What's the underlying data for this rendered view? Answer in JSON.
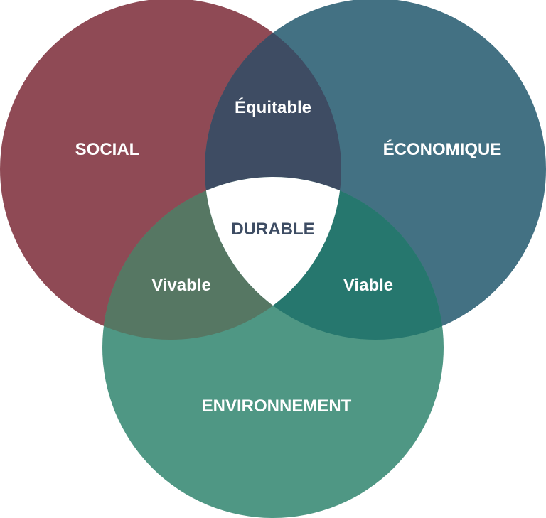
{
  "diagram": {
    "sets": {
      "social": {
        "label": "SOCIAL",
        "color": "#8f4a55"
      },
      "economique": {
        "label": "ÉCONOMIQUE",
        "color": "#437183"
      },
      "environnement": {
        "label": "ENVIRONNEMENT",
        "color": "#4f9784"
      }
    },
    "intersections": {
      "social_economique": {
        "label": "Équitable",
        "color": "#3e4c63"
      },
      "social_environnement": {
        "label": "Vivable",
        "color": "#567763"
      },
      "economique_environnement": {
        "label": "Viable",
        "color": "#26776e"
      },
      "all": {
        "label": "DURABLE",
        "color": "#ffffff",
        "text_color": "#3d4c63"
      }
    }
  }
}
